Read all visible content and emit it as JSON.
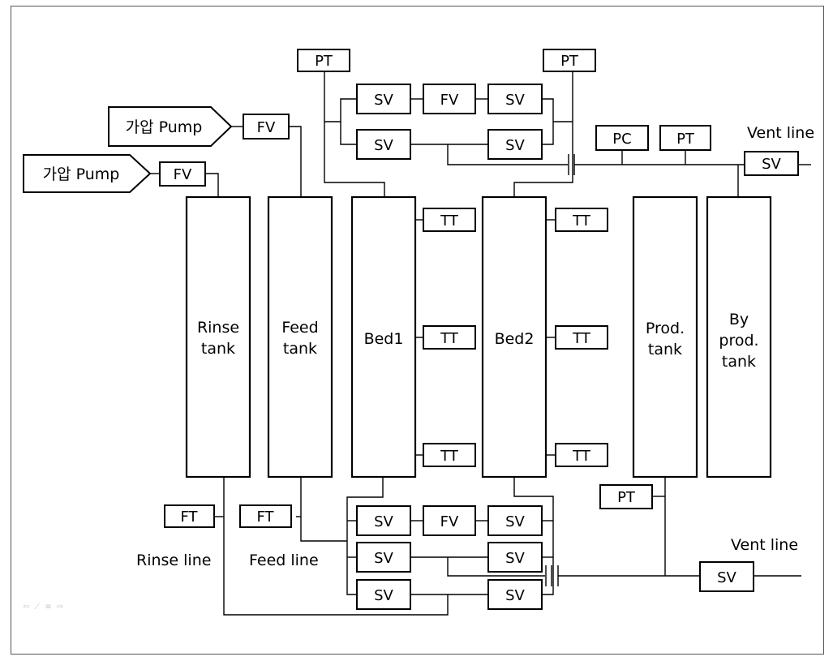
{
  "pumps": [
    {
      "label": "가압 Pump"
    },
    {
      "label": "가압 Pump"
    }
  ],
  "tanks": {
    "rinse": [
      "Rinse",
      "tank"
    ],
    "feed": [
      "Feed",
      "tank"
    ],
    "bed1": [
      "Bed1"
    ],
    "bed2": [
      "Bed2"
    ],
    "prod": [
      "Prod.",
      "tank"
    ],
    "byprod": [
      "By",
      "prod.",
      "tank"
    ]
  },
  "instruments": {
    "pt": "PT",
    "pc": "PC",
    "fv": "FV",
    "sv": "SV",
    "tt": "TT",
    "ft": "FT"
  },
  "lines": {
    "vent_top": "Vent line",
    "vent_bottom": "Vent line",
    "rinse": "Rinse line",
    "feed": "Feed line"
  },
  "nav_icons": [
    "arrow-left-icon",
    "pen-icon",
    "menu-icon",
    "arrow-right-icon"
  ]
}
